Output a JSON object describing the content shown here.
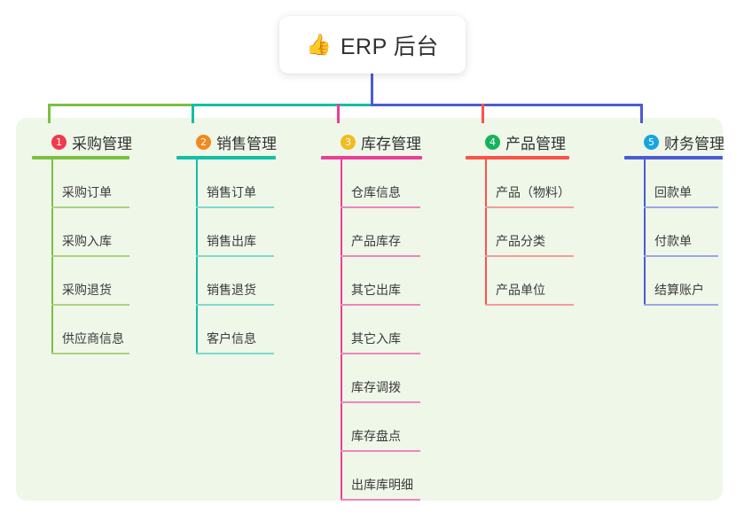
{
  "title": {
    "icon": "thumbs-up-icon",
    "icon_glyph": "👍",
    "text": "ERP 后台"
  },
  "theme": {
    "page_background": "#ffffff",
    "panel_background": "#eff7e9",
    "card_background": "#ffffff",
    "text_color": "#303133",
    "stem_color": "#4b5bd4"
  },
  "connector": {
    "segments": [
      {
        "name": "bus-green",
        "color": "#7ac043"
      },
      {
        "name": "bus-teal",
        "color": "#11bfa7"
      },
      {
        "name": "bus-blue",
        "color": "#4b5bd4"
      }
    ]
  },
  "columns": [
    {
      "index": "1",
      "title": "采购管理",
      "badge_color": "#ef3b4e",
      "line_color": "#7ac043",
      "item_line_color": "#a9d47f",
      "items": [
        "采购订单",
        "采购入库",
        "采购退货",
        "供应商信息"
      ]
    },
    {
      "index": "2",
      "title": "销售管理",
      "badge_color": "#f08a1e",
      "line_color": "#11bfa7",
      "item_line_color": "#7fd9cd",
      "items": [
        "销售订单",
        "销售出库",
        "销售退货",
        "客户信息"
      ]
    },
    {
      "index": "3",
      "title": "库存管理",
      "badge_color": "#f2bb20",
      "line_color": "#ea3f97",
      "item_line_color": "#ef85bb",
      "items": [
        "仓库信息",
        "产品库存",
        "其它出库",
        "其它入库",
        "库存调拨",
        "库存盘点",
        "出库库明细"
      ]
    },
    {
      "index": "4",
      "title": "产品管理",
      "badge_color": "#17b35c",
      "line_color": "#fa5448",
      "item_line_color": "#f59b96",
      "items": [
        "产品（物料）",
        "产品分类",
        "产品单位"
      ]
    },
    {
      "index": "5",
      "title": "财务管理",
      "badge_color": "#16a5e0",
      "line_color": "#4b5bd4",
      "item_line_color": "#9aa7e4",
      "items": [
        "回款单",
        "付款单",
        "结算账户"
      ]
    }
  ]
}
